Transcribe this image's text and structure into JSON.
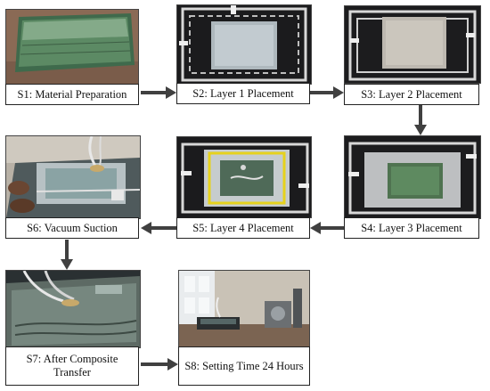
{
  "steps": [
    {
      "id": "s1",
      "label": "S1: Material Preparation"
    },
    {
      "id": "s2",
      "label": "S2: Layer 1 Placement"
    },
    {
      "id": "s3",
      "label": "S3: Layer 2 Placement"
    },
    {
      "id": "s4",
      "label": "S4: Layer 3 Placement"
    },
    {
      "id": "s5",
      "label": "S5: Layer 4 Placement"
    },
    {
      "id": "s6",
      "label": "S6: Vacuum Suction"
    },
    {
      "id": "s7",
      "label": "S7: After Composite Transfer"
    },
    {
      "id": "s8",
      "label": "S8: Setting Time 24 Hours"
    }
  ],
  "colors": {
    "table_black": "#1b1b1d",
    "composite_green": "#5d7a4e",
    "vacuum_tube": "#e8e8e8",
    "sealant_tape": "#e6d21c",
    "arrow": "#404040"
  }
}
